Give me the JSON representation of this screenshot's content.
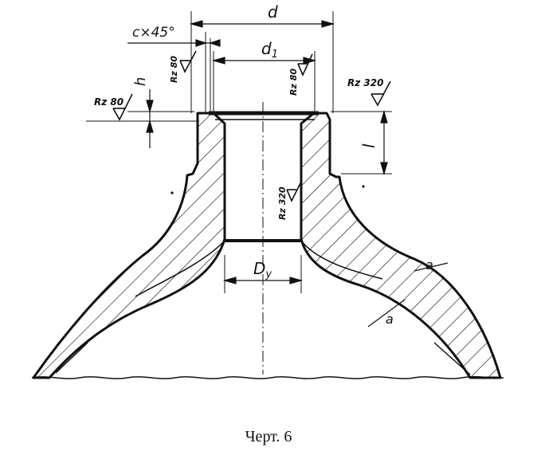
{
  "figure": {
    "caption": "Черт. 6",
    "dimensions": {
      "d": "d",
      "d1": "d",
      "d1_sub": "1",
      "dy": "D",
      "dy_sub": "y",
      "chamfer": "c×45°",
      "h": "h",
      "l": "l"
    },
    "roughness": {
      "top_left": "Rz 80",
      "thread_left": "Rz 80",
      "thread_right": "Rz 80",
      "bore": "Rz 320",
      "top_right": "Rz 320"
    },
    "marks": {
      "wall_a": "a",
      "wall_b": "a"
    }
  }
}
